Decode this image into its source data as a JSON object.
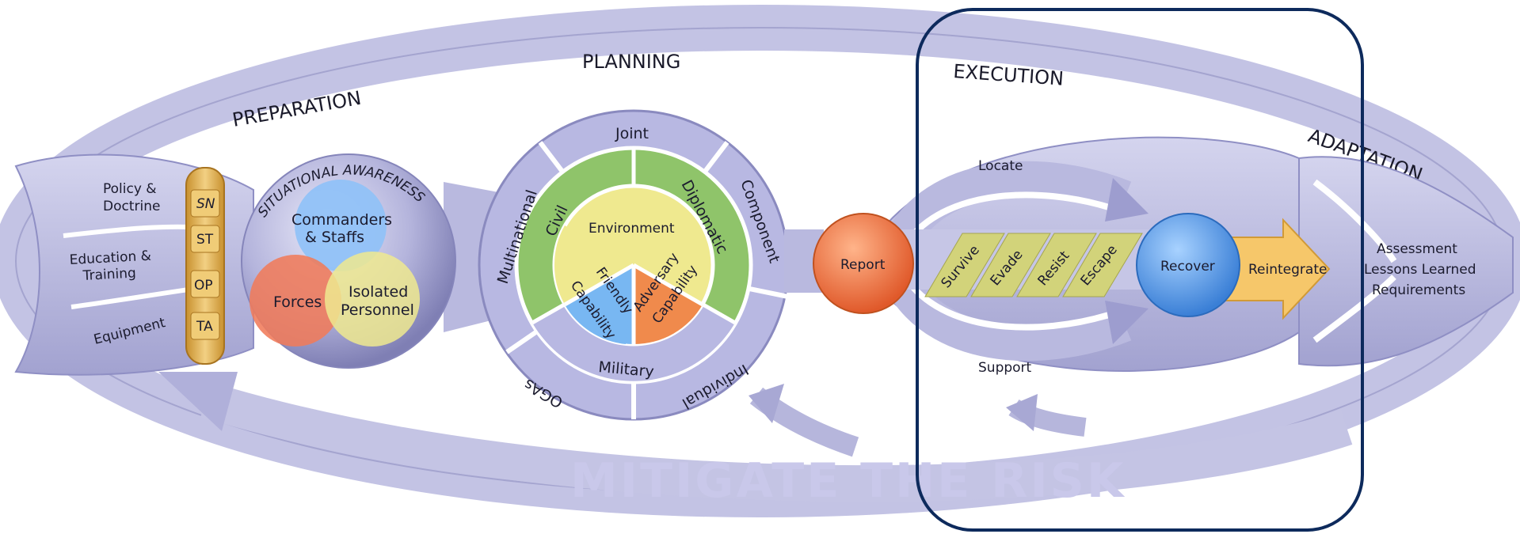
{
  "phases": {
    "preparation": "PREPARATION",
    "planning": "PLANNING",
    "execution": "EXECUTION",
    "adaptation": "ADAPTATION"
  },
  "inputs": {
    "policy_line1": "Policy &",
    "policy_line2": "Doctrine",
    "education_line1": "Education &",
    "education_line2": "Training",
    "equipment": "Equipment"
  },
  "ring_tabs": [
    "SN",
    "ST",
    "OP",
    "TA"
  ],
  "situational_awareness": {
    "title": "SITUATIONAL AWARENESS",
    "commanders_line1": "Commanders",
    "commanders_line2": "& Staffs",
    "forces": "Forces",
    "isolated_line1": "Isolated",
    "isolated_line2": "Personnel"
  },
  "wheel": {
    "outer": {
      "joint": "Joint",
      "component": "Component",
      "individual": "Individual",
      "ogas": "OGAs",
      "multinational": "Multinational"
    },
    "middle": {
      "civil": "Civil",
      "diplomatic": "Diplomatic",
      "military": "Military"
    },
    "inner": {
      "environment": "Environment",
      "friendly_line1": "Friendly",
      "friendly_line2": "Capability",
      "adversary_line1": "Adversary",
      "adversary_line2": "Capability"
    }
  },
  "execution_flow": {
    "report": "Report",
    "locate": "Locate",
    "support": "Support",
    "steps": [
      "Survive",
      "Evade",
      "Resist",
      "Escape"
    ],
    "recover": "Recover",
    "reintegrate": "Reintegrate"
  },
  "adaptation_outputs": {
    "line1": "Assessment",
    "line2": "Lessons Learned",
    "line3": "Requirements"
  },
  "banner": "MITIGATE THE RISK",
  "colors": {
    "lavender": "#b8b8e2",
    "lavender_dark": "#8f8fc4",
    "report_orange": "#ef7a4a",
    "recover_blue": "#5b9ee8",
    "reintegrate_yellow": "#f6c76a",
    "green": "#8fc46a",
    "friendly_blue": "#78b7f2",
    "adversary_orange": "#f08a4c",
    "env_yellow": "#f1ea8a",
    "gold_ring": "#e3b45a",
    "highlight_border": "#0d2a5c"
  }
}
